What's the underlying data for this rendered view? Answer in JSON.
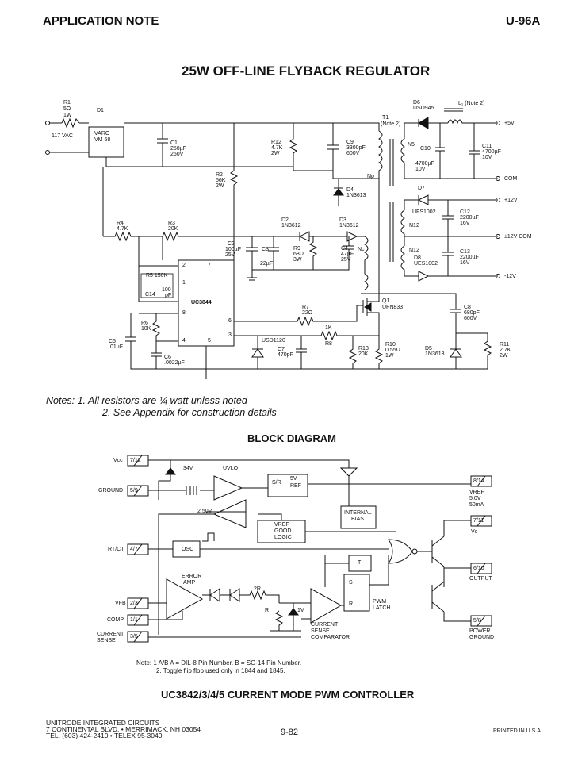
{
  "header": {
    "left": "APPLICATION NOTE",
    "right": "U-96A"
  },
  "schematic": {
    "title": "25W OFF-LINE FLYBACK REGULATOR",
    "labels": {
      "r1": "R1",
      "r1_val": "5Ω",
      "r1_w": "1W",
      "d1": "D1",
      "vac": "117 VAC",
      "varo": "VARO",
      "vm68": "VM 68",
      "c1": "C1",
      "c1_val": "250µF",
      "c1_v": "250V",
      "r2": "R2",
      "r2_val": "56K",
      "r2_w": "2W",
      "r12": "R12",
      "r12_val": "4.7K",
      "r12_w": "2W",
      "c9": "C9",
      "c9_val": "3300pF",
      "c9_v": "600V",
      "t1": "T1",
      "t1_note": "(Note 2)",
      "np": "Np",
      "d4": "D4",
      "d4_val": "1N3613",
      "n5": "N5",
      "c10": "C10",
      "c10_val": "4700µF",
      "c10_v": "10V",
      "d6": "D6",
      "d6_val": "USD945",
      "l1": "L₁ (Note 2)",
      "c11": "C11",
      "c11_val": "4700µF",
      "c11_v": "10V",
      "out_5v": "+5V",
      "out_com": "COM",
      "d7": "D7",
      "out_12v": "+12V",
      "d7_val": "UFS1002",
      "c12": "C12",
      "c12_val": "2200µF",
      "c12_v": "16V",
      "n12a": "N12",
      "out_12com": "±12V COM",
      "n12b": "N12",
      "d8": "D8",
      "d8_val": "UES1002",
      "c13": "C13",
      "c13_val": "2200µF",
      "c13_v": "16V",
      "out_m12": "-12V",
      "r4": "R4",
      "r4_val": "4.7K",
      "r3": "R3",
      "r3_val": "20K",
      "d2": "D2",
      "d2_val": "1N3612",
      "d3": "D3",
      "d3_val": "1N3612",
      "c2": "C2",
      "c2_val": "100µF",
      "c2_v": "25V",
      "c3": "C3",
      "c3_val": "22µF",
      "r9": "R9",
      "r9_val": "68Ω",
      "r9_w": "3W",
      "c4": "C4",
      "c4_val": "47µF",
      "c4_v": "25V",
      "nc": "Nc",
      "r5": "R5 150K",
      "c14": "C14",
      "c14_val": "100",
      "c14_u": "pF",
      "ic": "UC3844",
      "pin1": "1",
      "pin2": "2",
      "pin3": "3",
      "pin4": "4",
      "pin5": "5",
      "pin6": "6",
      "pin7": "7",
      "pin8": "8",
      "r6": "R6",
      "r6_val": "10K",
      "c5": "C5",
      "c5_val": ".01µF",
      "c6": "C6",
      "c6_val": ".0022µF",
      "r7": "R7",
      "r7_val": "22Ω",
      "r1k": "1K",
      "r8": "R8",
      "q1": "Q1",
      "q1_val": "UFN833",
      "usd": "USD1120",
      "c7": "C7",
      "c7_val": "470pF",
      "r13": "R13",
      "r13_val": "20K",
      "r10": "R10",
      "r10_val": "0.55Ω",
      "r10_w": "1W",
      "c8": "C8",
      "c8_val": "680pF",
      "c8_v": "600V",
      "d5": "D5",
      "d5_val": "1N3613",
      "r11": "R11",
      "r11_val": "2.7K",
      "r11_w": "2W"
    }
  },
  "notes": {
    "line1": "Notes: 1. All resistors are ¼ watt unless noted",
    "line2": "2. See Appendix for construction details"
  },
  "block": {
    "title": "BLOCK DIAGRAM",
    "labels": {
      "vcc": "Vcc",
      "vcc_pins": "7/12",
      "ground": "GROUND",
      "gnd_pins": "5/9",
      "z34": "34V",
      "uvlo": "UVLO",
      "sr": "S/R",
      "v5": "5V",
      "ref": "REF",
      "vref_pins": "8/14",
      "vref": "VREF",
      "vref_v": "5.0V",
      "vref_i": "50mA",
      "ib1": "INTERNAL",
      "ib2": "BIAS",
      "v250": "2.50V",
      "good1": "VREF",
      "good2": "GOOD",
      "good3": "LOGIC",
      "vc_pins": "7/11",
      "vc": "Vc",
      "rtct": "RT/CT",
      "rtct_pins": "4/7",
      "osc": "OSC",
      "t": "T",
      "err1": "ERROR",
      "err2": "AMP",
      "out_pins": "6/10",
      "output": "OUTPUT",
      "r2r": "2R",
      "rr": "R",
      "v1": "1V",
      "vfb": "VFB",
      "vfb_pins": "2/3",
      "s": "S",
      "rl": "R",
      "pwm1": "PWM",
      "pwm2": "LATCH",
      "comp": "COMP",
      "comp_pins": "1/1",
      "cs1": "CURRENT",
      "cs2": "SENSE",
      "cs_pins": "3/5",
      "csc1": "CURRENT",
      "csc2": "SENSE",
      "csc3": "COMPARATOR",
      "pg_pins": "5/8",
      "pg1": "POWER",
      "pg2": "GROUND"
    },
    "note_line1": "Note: 1 A/B A = DIL-8 Pin Number. B = SO-14 Pin Number.",
    "note_line2": "2. Toggle flip flop used only in 1844 and 1845."
  },
  "controller_title": "UC3842/3/4/5 CURRENT MODE PWM CONTROLLER",
  "footer": {
    "company": "UNITRODE INTEGRATED CIRCUITS",
    "address": "7 CONTINENTAL BLVD. • MERRIMACK, NH 03054",
    "phone": "TEL. (603) 424-2410 • TELEX 95-3040",
    "page": "9-82",
    "printed": "PRINTED IN U.S.A."
  }
}
